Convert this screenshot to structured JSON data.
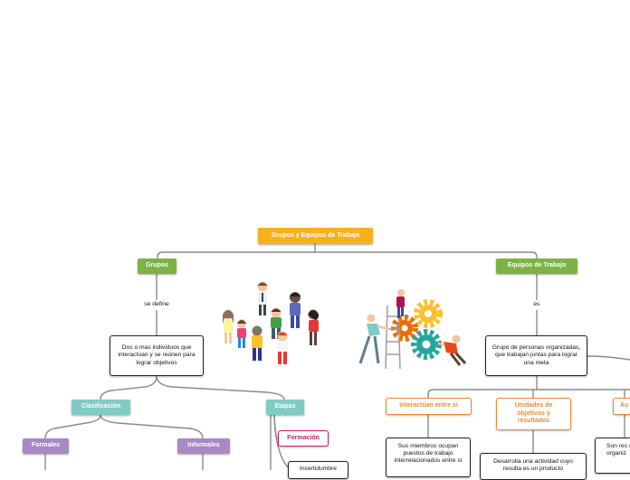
{
  "root": {
    "label": "Grupos y Equipos de Trabajo",
    "color": "#f7b11c"
  },
  "grupos": {
    "label": "Grupos",
    "link": "se define",
    "definition": "Dos o mas individuos que interactúan y se reúnen para lograr objetivos",
    "clasificacion": {
      "label": "Clasificación",
      "formales": "Formales",
      "informales": "Informales"
    },
    "etapas": {
      "label": "Etapas",
      "formacion": "Formación",
      "formacion_detail": "Incertidumbre"
    },
    "illustration": "people-group-icon"
  },
  "equipos": {
    "label": "Equipos de Trabajo",
    "link": "es",
    "definition": "Grupo de personas organizadas, que trabajan juntas para lograr una meta",
    "children": [
      {
        "label": "Interactúan entre sí",
        "detail": "Sus miembros ocupan puestos de trabajo interrelacionados entre sí"
      },
      {
        "label": "Unidades de objetivos y resultados",
        "detail": "Desarrolla una actividad cuyo resulta es un producto"
      },
      {
        "label": "Au",
        "detail": "Son res cierto organiz"
      }
    ],
    "illustration": "gears-teamwork-icon"
  },
  "colors": {
    "green": "#7cb342",
    "teal": "#80cbc4",
    "purple": "#a989c5",
    "orange": "#ef8a2b",
    "pink": "#d81b60",
    "connector": "#8a8a8a"
  }
}
